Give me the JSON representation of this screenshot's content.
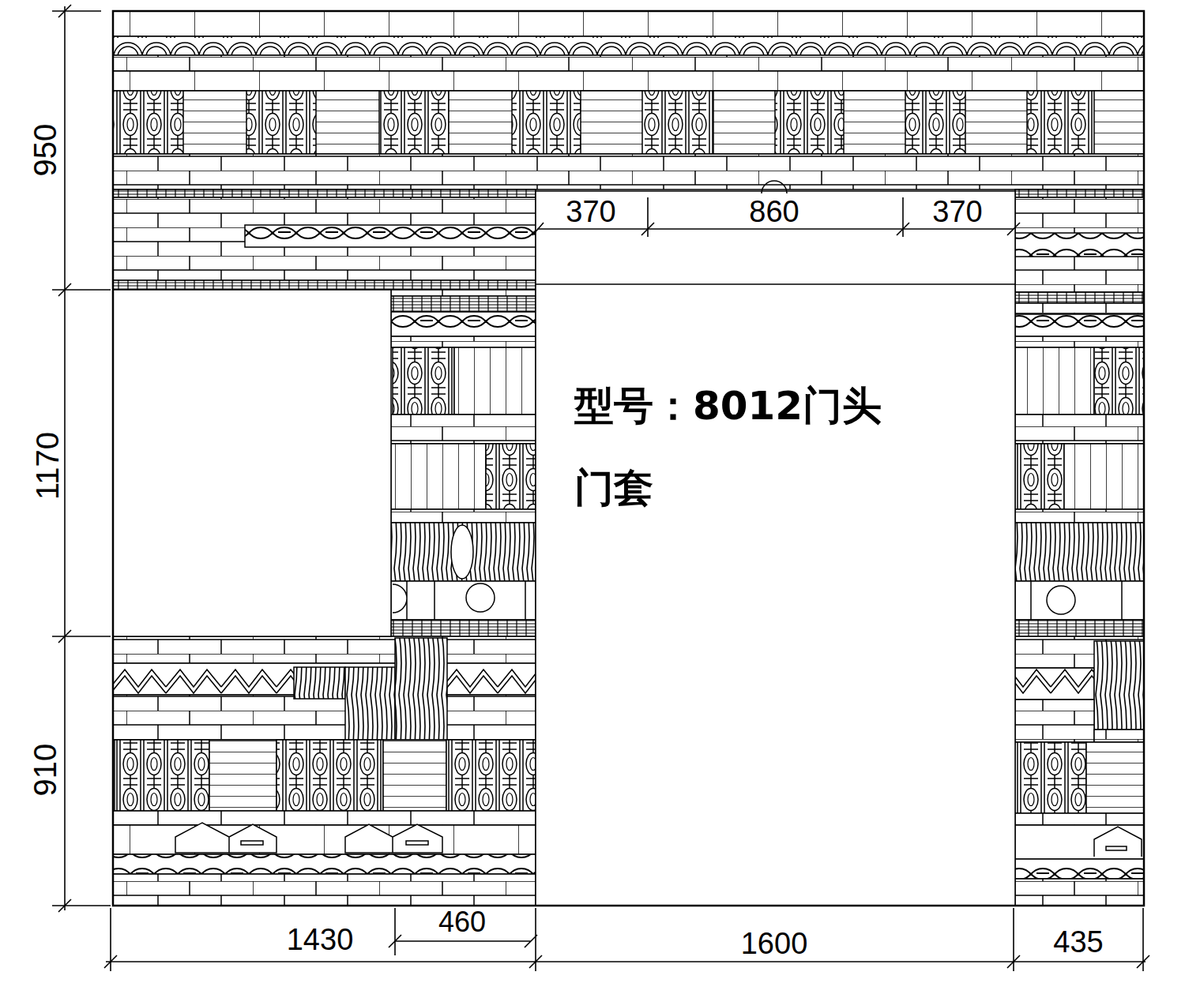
{
  "diagram": {
    "labels": [
      "950",
      "1170",
      "910",
      "370",
      "860",
      "370",
      "1430",
      "460",
      "1600",
      "435",
      "型号：8012门头 门套"
    ]
  }
}
